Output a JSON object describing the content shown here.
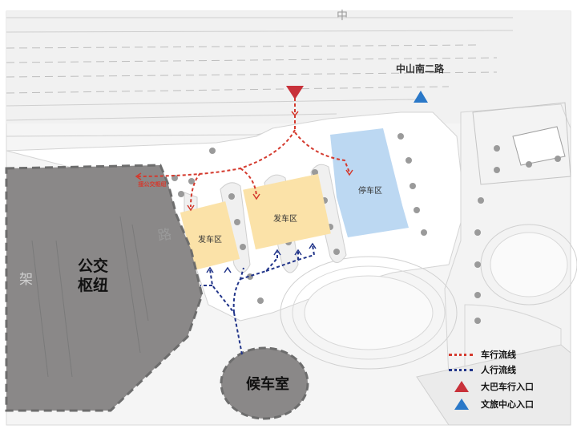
{
  "map": {
    "road_label": "中山南二路",
    "top_glyph": "中",
    "elevated_glyph_1": "架",
    "elevated_glyph_2": "路",
    "bus_hub_label_1": "公交",
    "bus_hub_label_2": "枢纽",
    "waiting_room_label": "候车室",
    "departure_zone_1": "发车区",
    "departure_zone_2": "发车区",
    "parking_zone": "停车区",
    "connect_bus_hub": "接公交枢纽"
  },
  "legend": {
    "vehicle_flow": "车行流线",
    "pedestrian_flow": "人行流线",
    "bus_entrance": "大巴车行入口",
    "tourism_center_entrance": "文旅中心入口"
  },
  "colors": {
    "vehicle_flow": "#d43a2e",
    "pedestrian_flow": "#22358a",
    "bus_entrance": "#c8313a",
    "tourism_entrance": "#2a78c8",
    "departure_fill": "#fbe2a8",
    "parking_fill": "#bcd8f2",
    "hub_fill": "#8a8888"
  }
}
